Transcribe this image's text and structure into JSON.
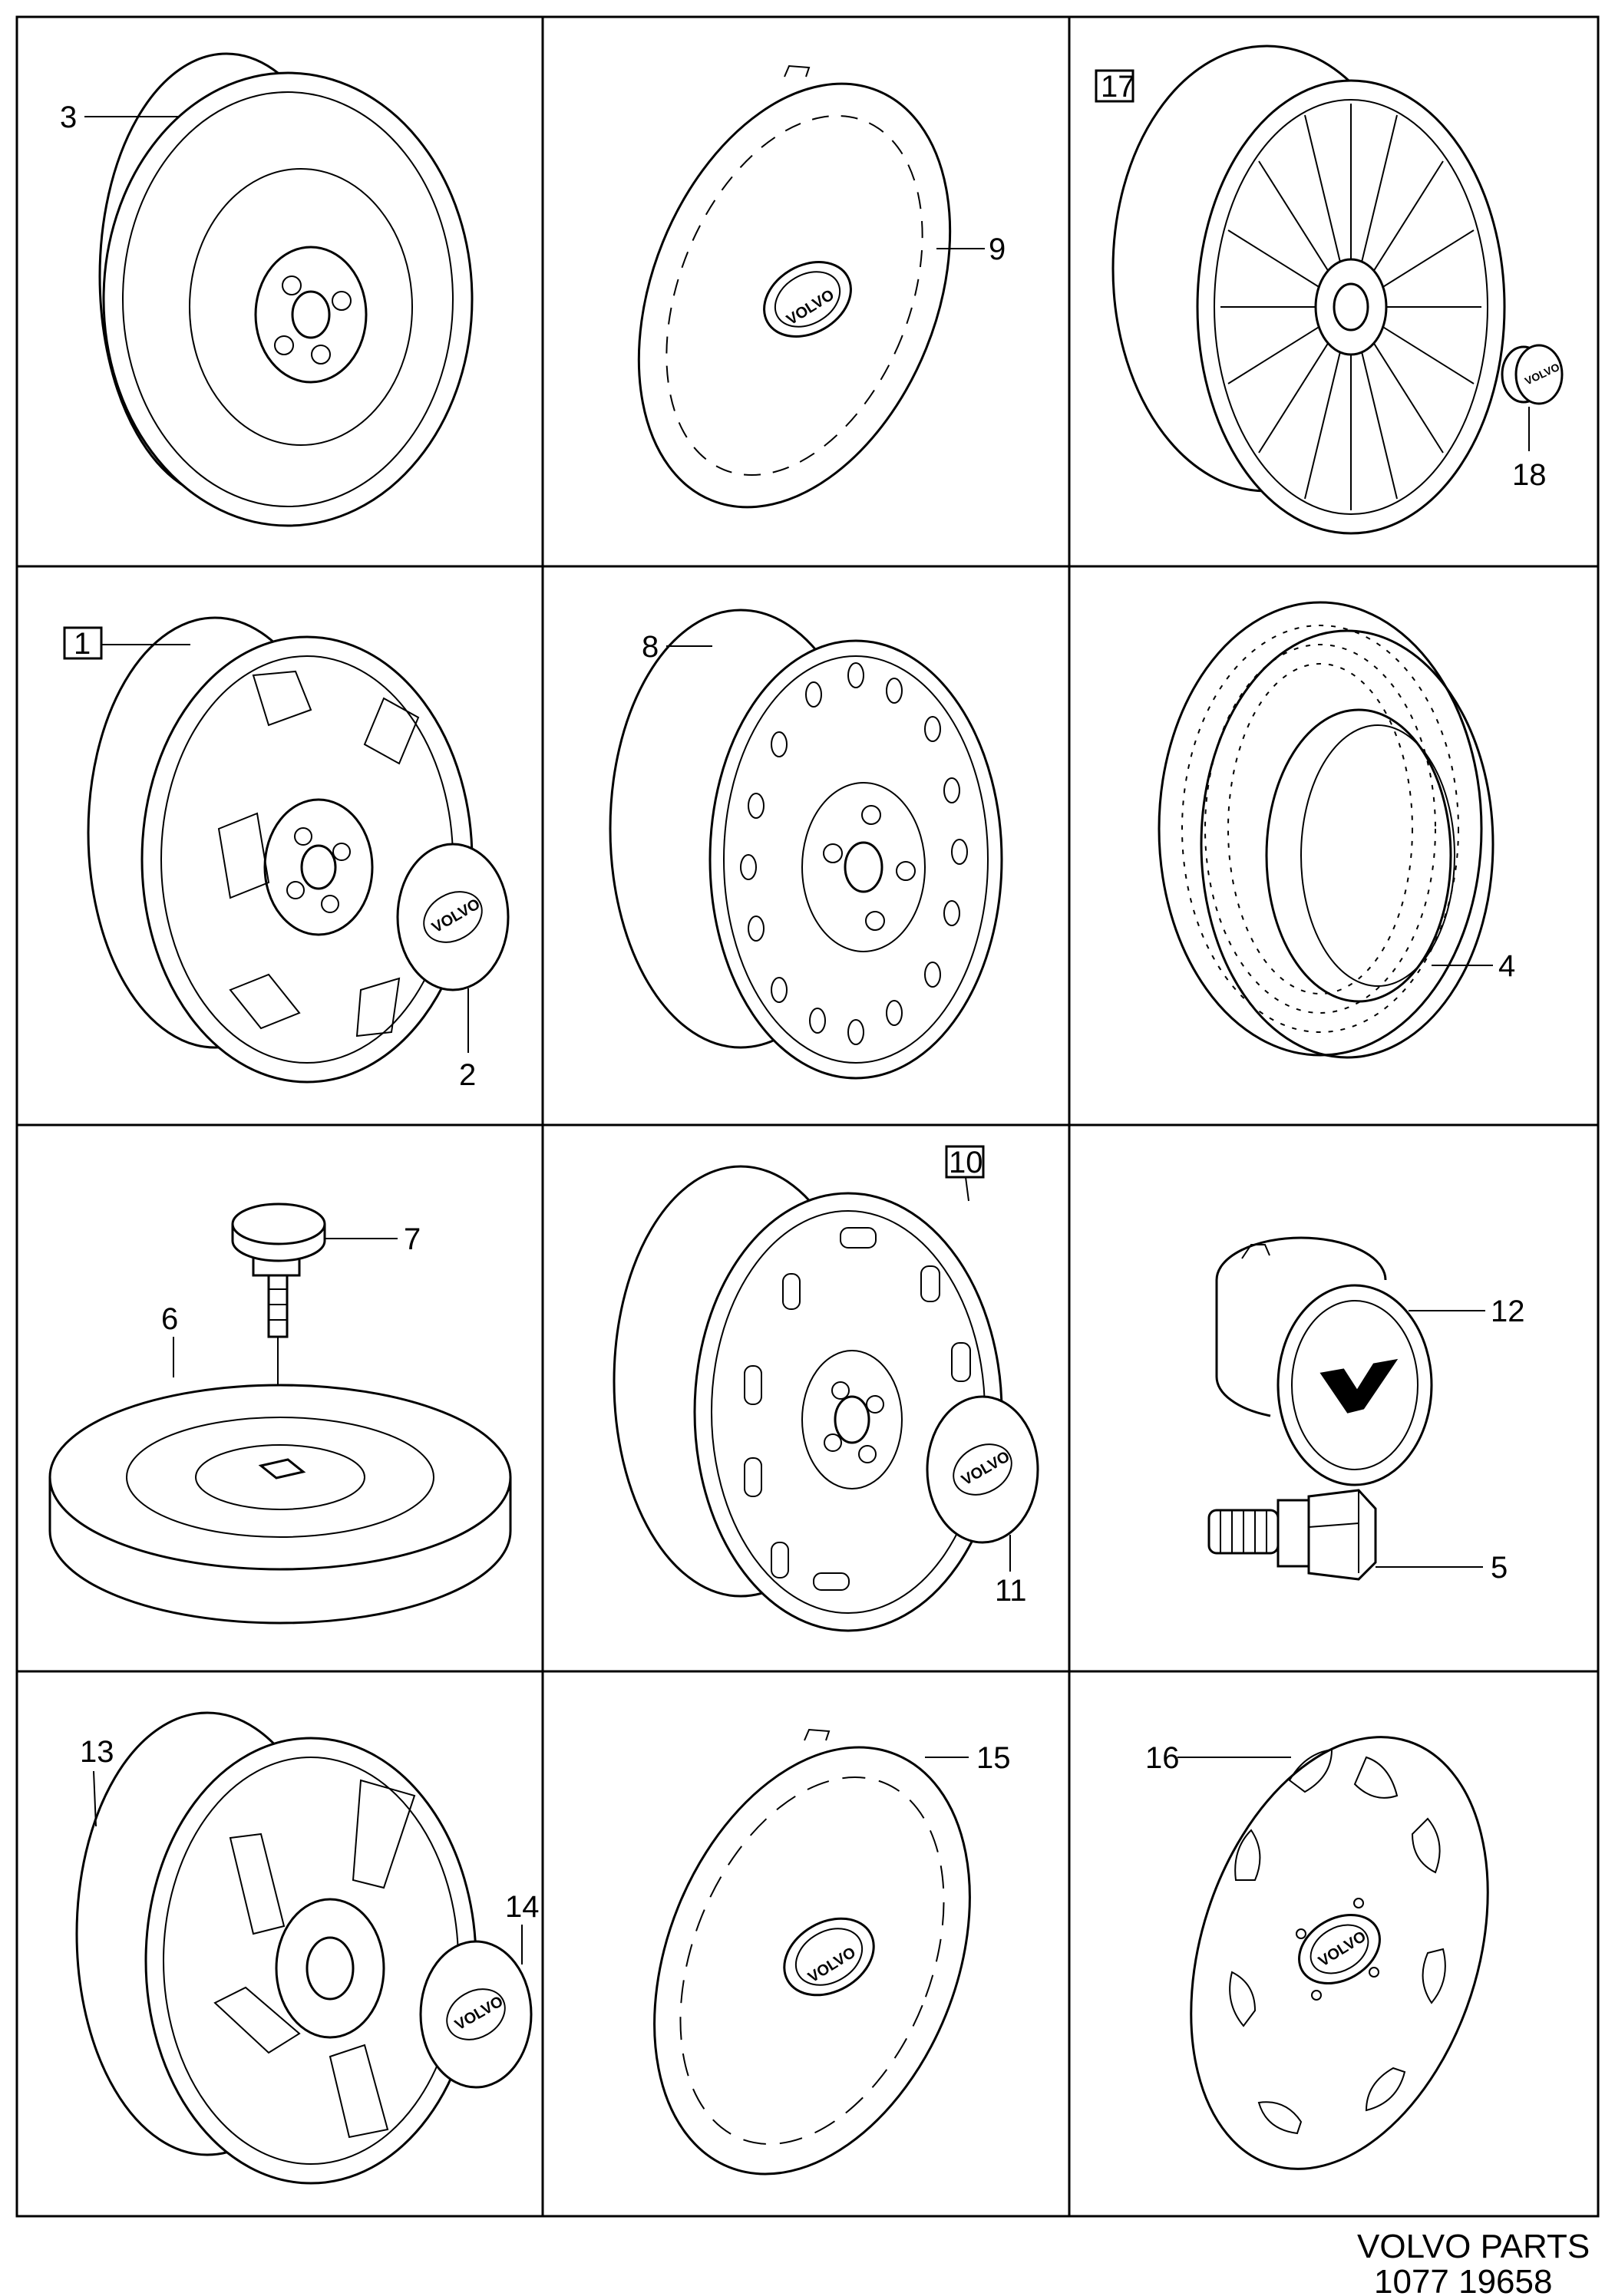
{
  "callouts": {
    "p1": "3",
    "p2": "9",
    "p3_box": "17",
    "p3": "18",
    "p4_box": "1",
    "p4": "2",
    "p5": "8",
    "p6": "4",
    "p7a": "7",
    "p7b": "6",
    "p8_box": "10",
    "p8": "11",
    "p9a": "12",
    "p9b": "5",
    "p10a": "13",
    "p10b": "14",
    "p11": "15",
    "p12": "16"
  },
  "brand_text": "VOLVO",
  "footer": {
    "line1": "VOLVO PARTS",
    "line2": "1077 19658"
  }
}
